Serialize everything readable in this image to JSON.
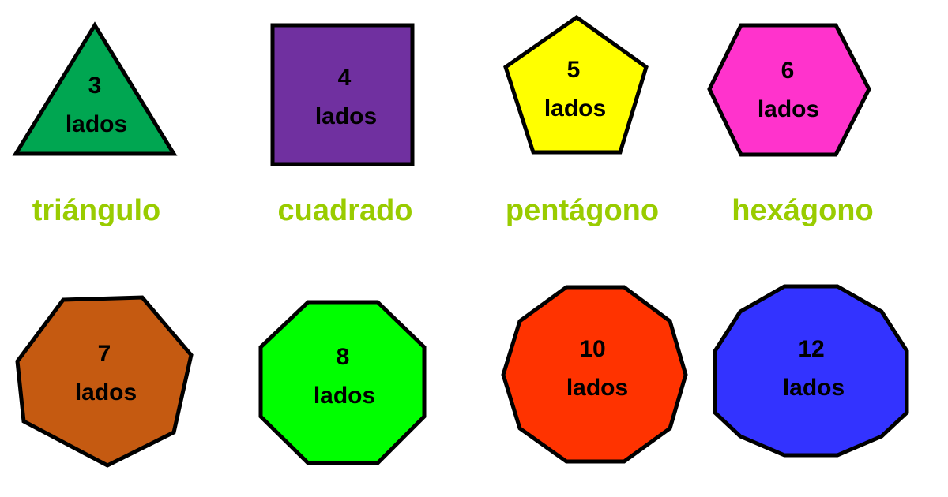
{
  "name_color": "#99CC00",
  "shapes": [
    {
      "sides": "3",
      "label": "lados",
      "name": "triángulo",
      "fill": "#00A651"
    },
    {
      "sides": "4",
      "label": "lados",
      "name": "cuadrado",
      "fill": "#7030A0"
    },
    {
      "sides": "5",
      "label": "lados",
      "name": "pentágono",
      "fill": "#FFFF00"
    },
    {
      "sides": "6",
      "label": "lados",
      "name": "hexágono",
      "fill": "#FF33CC"
    },
    {
      "sides": "7",
      "label": "lados",
      "name": "",
      "fill": "#C55A11"
    },
    {
      "sides": "8",
      "label": "lados",
      "name": "",
      "fill": "#00FF00"
    },
    {
      "sides": "10",
      "label": "lados",
      "name": "",
      "fill": "#FF3300"
    },
    {
      "sides": "12",
      "label": "lados",
      "name": "",
      "fill": "#3333FF"
    }
  ]
}
